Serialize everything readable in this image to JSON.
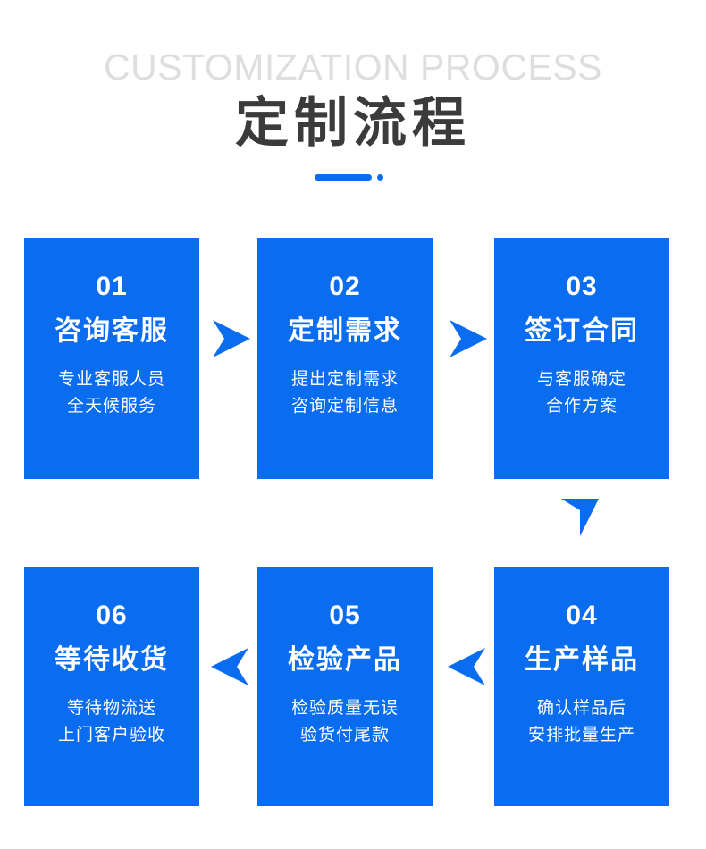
{
  "header": {
    "english_title": "CUSTOMIZATION PROCESS",
    "chinese_title": "定制流程"
  },
  "theme": {
    "accent_color": "#0a6df0",
    "english_title_color": "#dedede",
    "chinese_title_color": "#3b3b3b",
    "background_color": "#ffffff",
    "card_text_color": "#ffffff"
  },
  "steps": [
    {
      "number": "01",
      "title": "咨询客服",
      "desc_line1": "专业客服人员",
      "desc_line2": "全天候服务"
    },
    {
      "number": "02",
      "title": "定制需求",
      "desc_line1": "提出定制需求",
      "desc_line2": "咨询定制信息"
    },
    {
      "number": "03",
      "title": "签订合同",
      "desc_line1": "与客服确定",
      "desc_line2": "合作方案"
    },
    {
      "number": "04",
      "title": "生产样品",
      "desc_line1": "确认样品后",
      "desc_line2": "安排批量生产"
    },
    {
      "number": "05",
      "title": "检验产品",
      "desc_line1": "检验质量无误",
      "desc_line2": "验货付尾款"
    },
    {
      "number": "06",
      "title": "等待收货",
      "desc_line1": "等待物流送",
      "desc_line2": "上门客户验收"
    }
  ],
  "connectors": [
    {
      "id": "step1-to-step2",
      "direction": "right"
    },
    {
      "id": "step2-to-step3",
      "direction": "right"
    },
    {
      "id": "step3-to-step4",
      "direction": "down"
    },
    {
      "id": "step4-to-step5",
      "direction": "left"
    },
    {
      "id": "step5-to-step6",
      "direction": "left"
    }
  ]
}
